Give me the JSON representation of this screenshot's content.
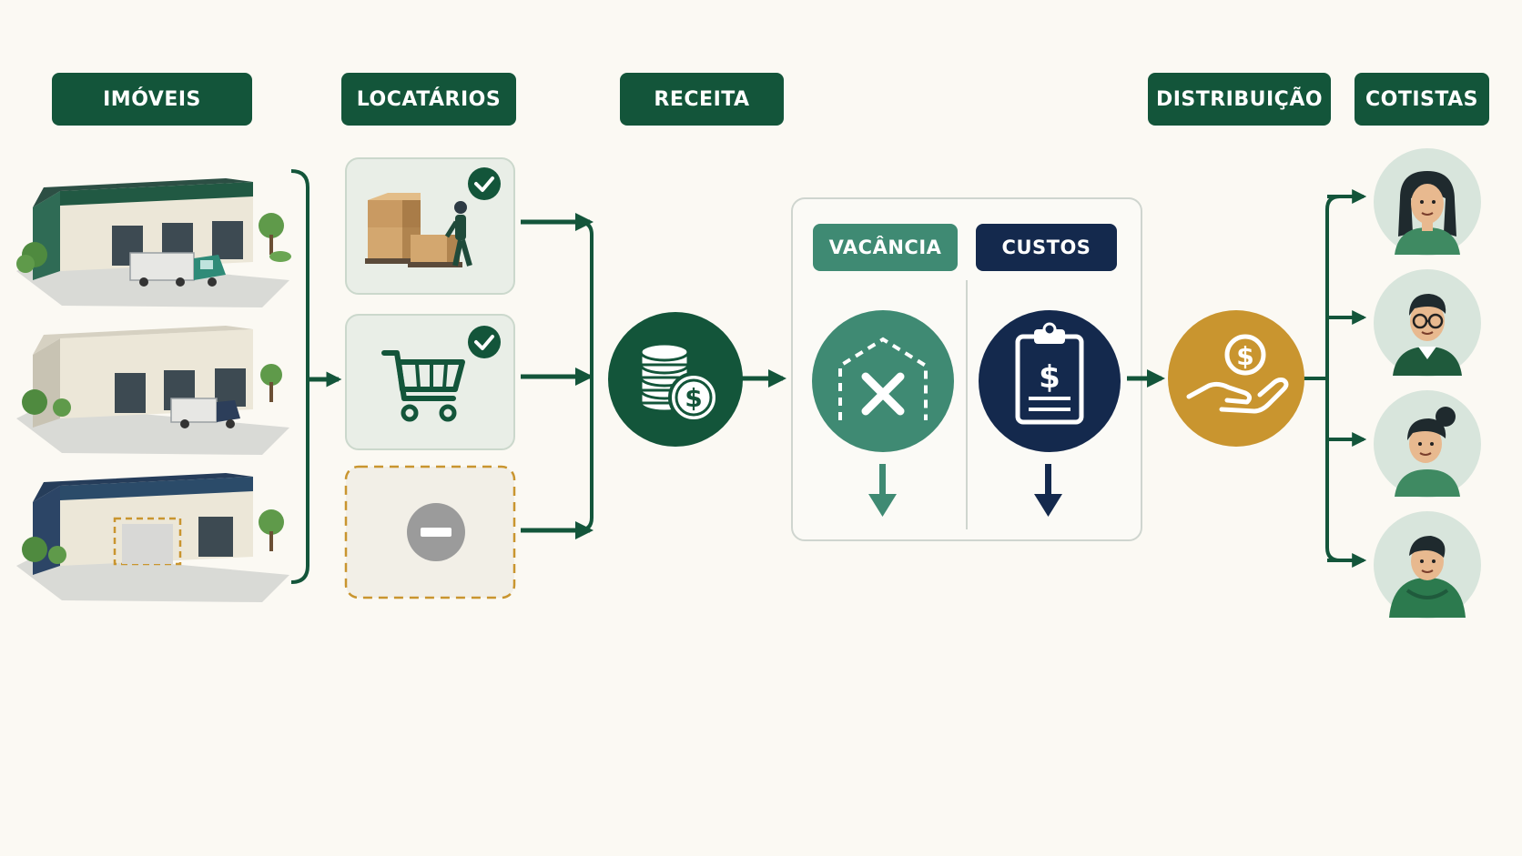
{
  "stages": {
    "imoveis": "IMÓVEIS",
    "locatarios": "LOCATÁRIOS",
    "receita": "RECEITA",
    "distribuicao": "DISTRIBUIÇÃO",
    "cotistas": "COTISTAS"
  },
  "deductions": {
    "vacancia": "VACÂNCIA",
    "custos": "CUSTOS"
  },
  "colors": {
    "dark_green": "#13553a",
    "teal": "#3f8a73",
    "navy": "#14294d",
    "gold": "#c9952f",
    "background": "#fbf9f3"
  },
  "icons": {
    "warehouses": [
      "warehouse-truck-icon",
      "warehouse-truck-icon",
      "warehouse-empty-dock-icon"
    ],
    "tenants": [
      "pallet-worker-icon",
      "shopping-cart-icon",
      "minus-circle-icon"
    ],
    "tenant_status": [
      "check-icon",
      "check-icon"
    ],
    "revenue": "coins-dollar-icon",
    "vacancy": "empty-building-x-icon",
    "costs": "clipboard-dollar-icon",
    "distribution": "hand-dollar-icon",
    "shareholders": [
      "shareholder-woman-icon",
      "shareholder-man-glasses-icon",
      "shareholder-woman-bun-icon",
      "shareholder-man-hoodie-icon"
    ]
  }
}
